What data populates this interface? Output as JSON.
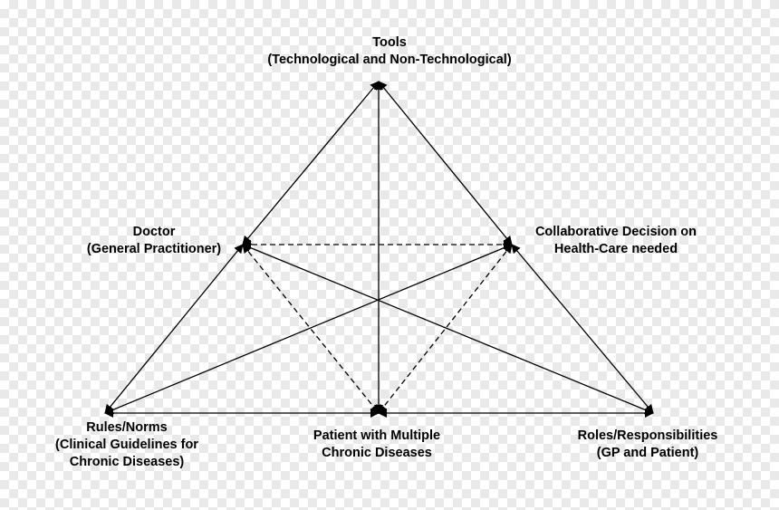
{
  "nodes": {
    "tools": {
      "line1": "Tools",
      "line2": "(Technological and Non-Technological)"
    },
    "doctor": {
      "line1": "Doctor",
      "line2": "(General Practitioner)"
    },
    "collaborative_decision": {
      "line1": "Collaborative Decision on",
      "line2": "Health-Care needed"
    },
    "rules_norms": {
      "line1": "Rules/Norms",
      "line2": "(Clinical Guidelines for",
      "line3": "Chronic Diseases)"
    },
    "patient": {
      "line1": "Patient with Multiple",
      "line2": "Chronic Diseases"
    },
    "roles_responsibilities": {
      "line1": "Roles/Responsibilities",
      "line2": "(GP and Patient)"
    }
  },
  "edges": [
    {
      "from": "tools",
      "to": "doctor",
      "style": "solid"
    },
    {
      "from": "tools",
      "to": "collaborative_decision",
      "style": "solid"
    },
    {
      "from": "tools",
      "to": "patient",
      "style": "solid"
    },
    {
      "from": "doctor",
      "to": "rules_norms",
      "style": "solid"
    },
    {
      "from": "doctor",
      "to": "collaborative_decision",
      "style": "dashed"
    },
    {
      "from": "doctor",
      "to": "patient",
      "style": "dashed"
    },
    {
      "from": "doctor",
      "to": "roles_responsibilities",
      "style": "solid"
    },
    {
      "from": "collaborative_decision",
      "to": "patient",
      "style": "dashed"
    },
    {
      "from": "collaborative_decision",
      "to": "rules_norms",
      "style": "solid"
    },
    {
      "from": "collaborative_decision",
      "to": "roles_responsibilities",
      "style": "solid"
    },
    {
      "from": "rules_norms",
      "to": "patient",
      "style": "solid"
    },
    {
      "from": "patient",
      "to": "roles_responsibilities",
      "style": "solid"
    }
  ],
  "colors": {
    "line": "#000000",
    "text": "#000000"
  }
}
